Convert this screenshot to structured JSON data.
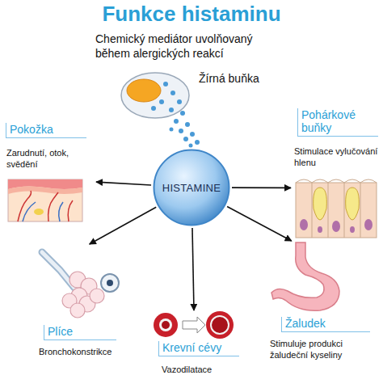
{
  "diagram": {
    "title": "Funkce histaminu",
    "nodes": [
      {
        "text": [
          "HISTAMINE"
        ]
      },
      {
        "text": [
          "Žírná buňka"
        ]
      },
      {
        "text": [
          "Pokožka",
          "Zarudnutí, otok, svědění"
        ]
      },
      {
        "text": [
          "Pohárkové buňky",
          "Stimulace vylučování hlenu"
        ]
      },
      {
        "text": [
          "Plíce",
          "Bronchokonstrikce"
        ]
      },
      {
        "text": [
          "Krevní cévy",
          "Vazodilatace"
        ]
      },
      {
        "text": [
          "Žaludek",
          "Stimuluje produkci žaludeční kyseliny"
        ]
      }
    ],
    "edges": [
      {
        "from": 0,
        "to": 2,
        "arrow": "to"
      },
      {
        "from": 0,
        "to": 3,
        "arrow": "to"
      },
      {
        "from": 0,
        "to": 4,
        "arrow": "to"
      },
      {
        "from": 0,
        "to": 5,
        "arrow": "to"
      },
      {
        "from": 0,
        "to": 6,
        "arrow": "to"
      }
    ],
    "labels": [
      "Chemický mediátor uvolňovaný během alergických reakcí"
    ]
  }
}
